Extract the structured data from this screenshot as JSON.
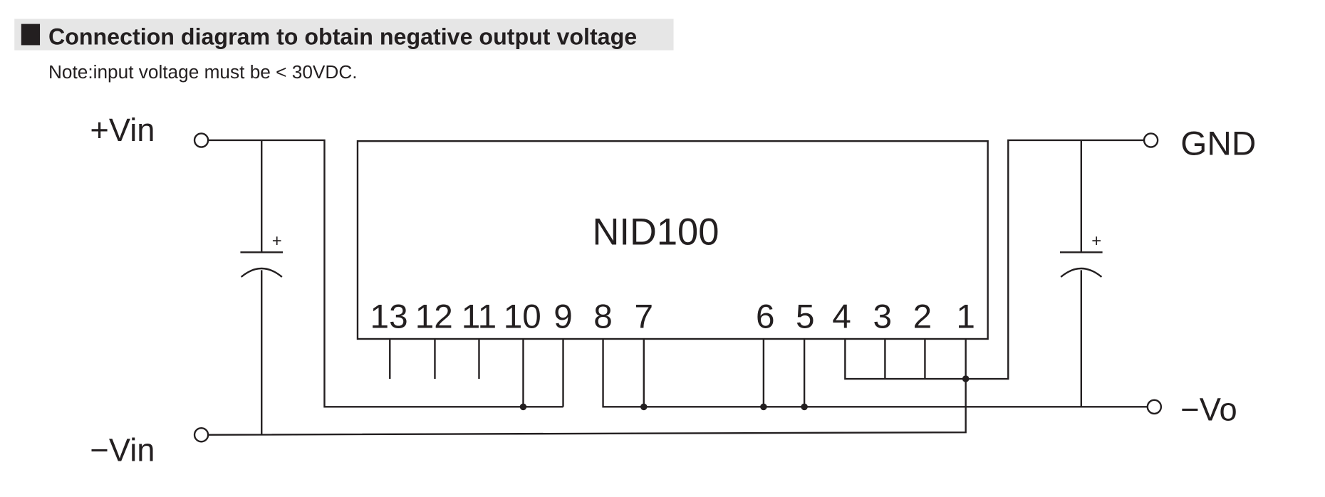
{
  "header": {
    "title": "Connection diagram to obtain negative output voltage",
    "note": "Note:input voltage must be < 30VDC."
  },
  "diagram": {
    "module_name": "NID100",
    "terminals": {
      "plus_vin": "+Vin",
      "minus_vin": "−Vin",
      "gnd": "GND",
      "minus_vo": "−Vo"
    },
    "capacitor_polarity": "+",
    "pins": [
      "13",
      "12",
      "11",
      "10",
      "9",
      "8",
      "7",
      "6",
      "5",
      "4",
      "3",
      "2",
      "1"
    ]
  },
  "colors": {
    "ink": "#231f20",
    "title_bg": "#e6e6e6"
  }
}
